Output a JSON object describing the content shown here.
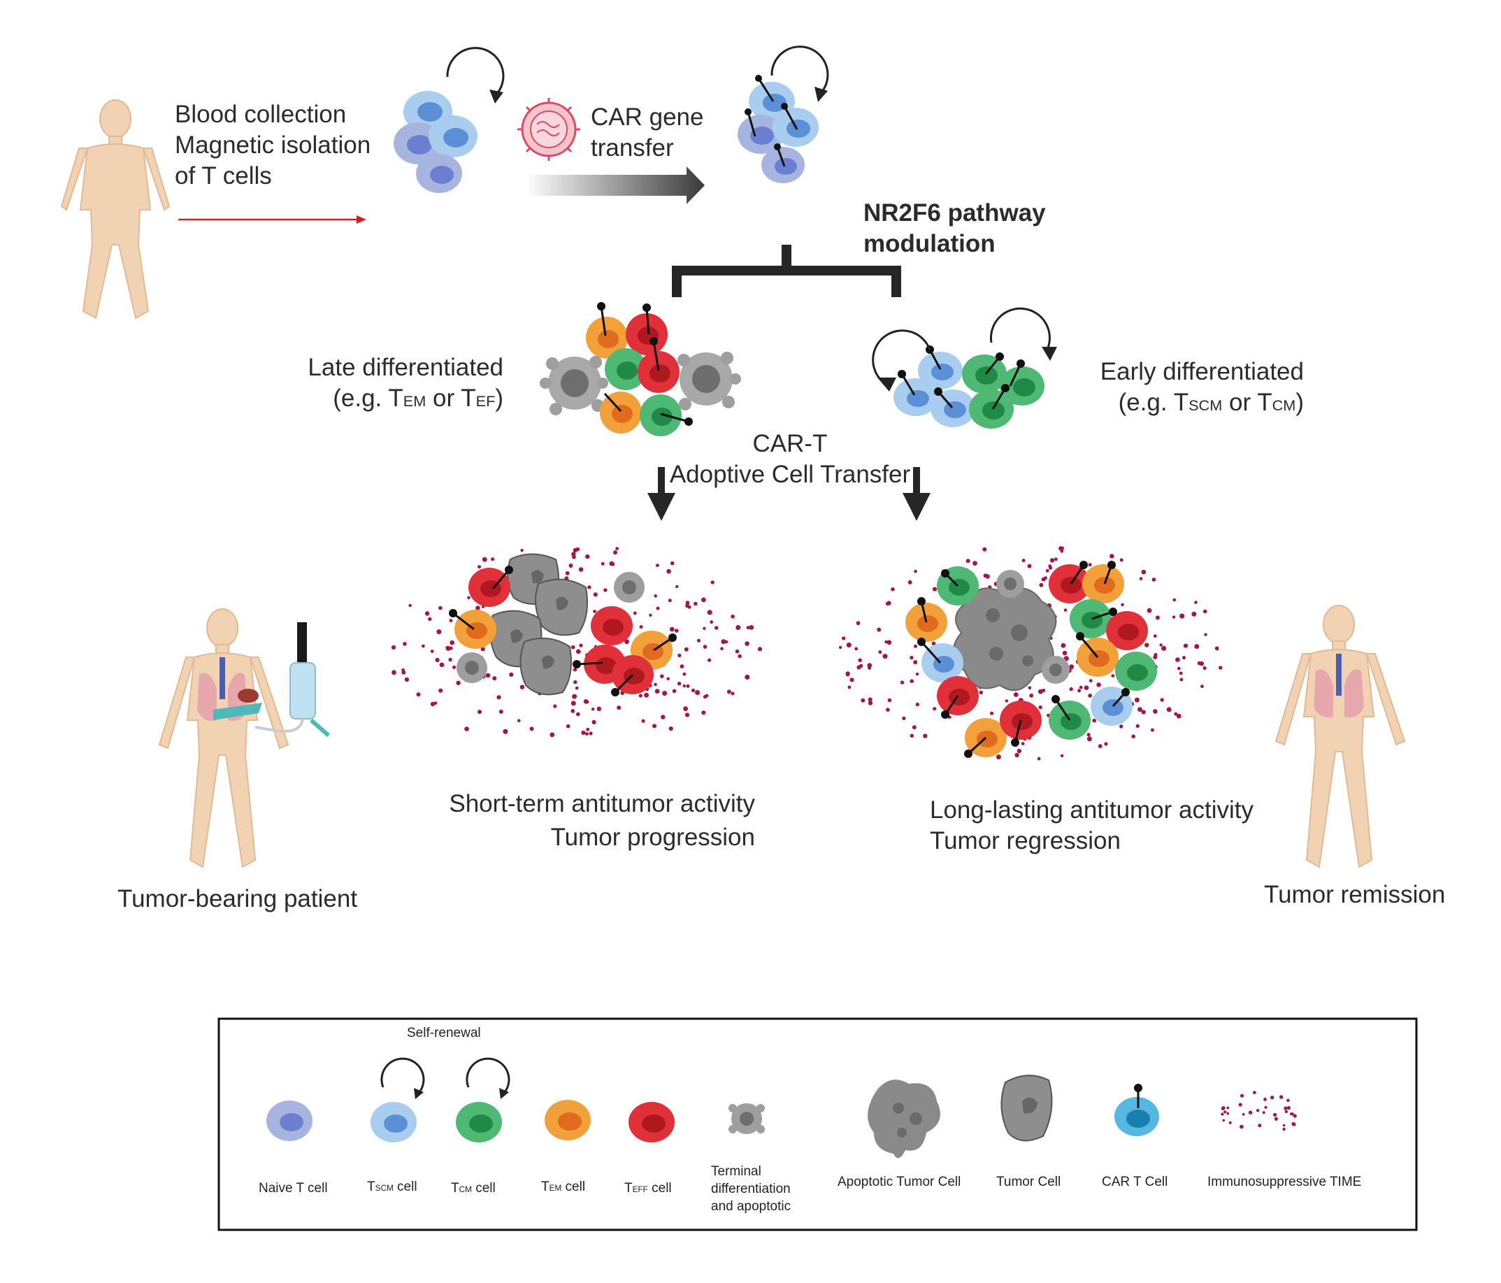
{
  "steps": {
    "blood_collection": [
      "Blood collection",
      "Magnetic isolation",
      "of T cells"
    ],
    "car_gene_transfer": [
      "CAR gene",
      "transfer"
    ],
    "nr2f6": [
      "NR2F6 pathway",
      "modulation"
    ],
    "adoptive_transfer": [
      "CAR-T",
      "Adoptive Cell Transfer"
    ]
  },
  "late": {
    "line1": "Late differentiated",
    "prefix": "(e.g. T",
    "sub1": "EM",
    "mid": " or T",
    "sub2": "EF",
    "suffix": ")"
  },
  "early": {
    "line1": "Early differentiated",
    "prefix": "(e.g. T",
    "sub1": "SCM",
    "mid": " or T",
    "sub2": "CM",
    "suffix": ")"
  },
  "outcomes": {
    "short_term": [
      "Short-term antitumor activity",
      "Tumor progression"
    ],
    "long_lasting": [
      "Long-lasting antitumor activity",
      "Tumor regression"
    ]
  },
  "patients": {
    "tumor_bearing": "Tumor-bearing patient",
    "remission": "Tumor remission"
  },
  "legend": {
    "self_renewal": "Self-renewal",
    "naive": "Naive T cell",
    "tscm": {
      "t": "T",
      "sub": "SCM",
      "rest": " cell"
    },
    "tcm": {
      "t": "T",
      "sub": "CM",
      "rest": " cell"
    },
    "tem": {
      "t": "T",
      "sub": "EM",
      "rest": " cell"
    },
    "teff": {
      "t": "T",
      "sub": "EFF",
      "rest": " cell"
    },
    "terminal": [
      "Terminal",
      "differentiation",
      "and apoptotic"
    ],
    "apoptotic_tumor": "Apoptotic Tumor Cell",
    "tumor_cell": "Tumor Cell",
    "car_t": "CAR T Cell",
    "time": "Immunosuppressive TIME"
  },
  "colors": {
    "naive": "#9aa7dc",
    "tscm": "#a9d0f2",
    "tcm": "#3aa865",
    "tem": "#f2a03a",
    "teff": "#e0303a",
    "tumor": "#8e8e8e",
    "time_dots": "#a3164a",
    "arrow_red": "#d21f26",
    "skin": "#f1d2b2"
  }
}
